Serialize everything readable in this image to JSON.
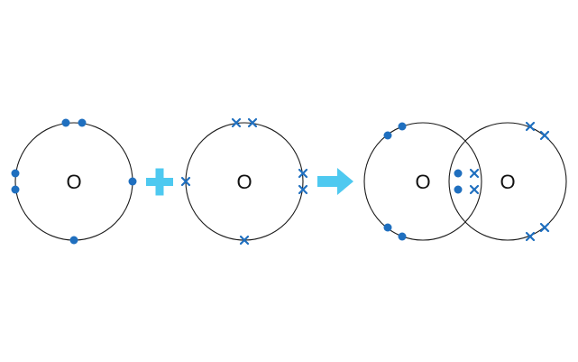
{
  "atoms": {
    "atom1": {
      "symbol": "O"
    },
    "atom2": {
      "symbol": "O"
    },
    "product_left": {
      "symbol": "O"
    },
    "product_right": {
      "symbol": "O"
    }
  },
  "colors": {
    "electron": "#1f6fbf",
    "operator": "#4ec9f0",
    "shell": "#1a1a1a"
  },
  "electron_counts": {
    "atom1_dots": 6,
    "atom2_crosses": 6,
    "shared_pairs": 2
  }
}
